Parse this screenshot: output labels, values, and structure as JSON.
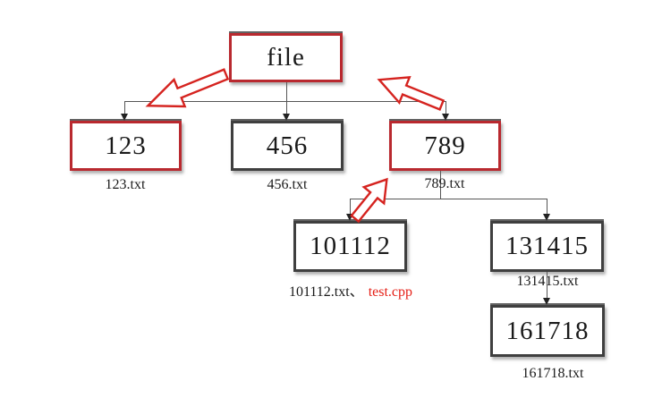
{
  "diagram": {
    "description": "Directory tree diagram with red annotation arrows",
    "root": "file",
    "nodes": {
      "file": {
        "label": "file",
        "border_style": "red"
      },
      "n123": {
        "label": "123",
        "border_style": "red",
        "caption": "123.txt"
      },
      "n456": {
        "label": "456",
        "border_style": "dark",
        "caption": "456.txt"
      },
      "n789": {
        "label": "789",
        "border_style": "red",
        "caption": "789.txt"
      },
      "n101112": {
        "label": "101112",
        "border_style": "dark",
        "caption": "101112.txt、",
        "caption_highlight": "test.cpp"
      },
      "n131415": {
        "label": "131415",
        "border_style": "dark",
        "caption": "131415.txt"
      },
      "n161718": {
        "label": "161718",
        "border_style": "dark",
        "caption": "161718.txt"
      }
    },
    "edges": [
      {
        "from": "file",
        "to": "123"
      },
      {
        "from": "file",
        "to": "456"
      },
      {
        "from": "file",
        "to": "789"
      },
      {
        "from": "789",
        "to": "101112"
      },
      {
        "from": "789",
        "to": "131415"
      },
      {
        "from": "131415",
        "to": "161718"
      }
    ],
    "annotation_arrows": [
      {
        "name": "red-callout-arrow-down-left",
        "direction": "down-left",
        "points_at": "branch toward 123"
      },
      {
        "name": "red-callout-arrow-up-left",
        "direction": "up-left",
        "points_at": "branch above 789"
      },
      {
        "name": "red-callout-arrow-up-right",
        "direction": "up-right",
        "points_at": "789 box"
      }
    ],
    "colors": {
      "red_border": "#b9292f",
      "dark_border": "#3f3f3f",
      "highlight_text": "#e51f16",
      "arrow_red": "#d5231f",
      "connector": "#555555",
      "text": "#1a1a1a"
    }
  }
}
